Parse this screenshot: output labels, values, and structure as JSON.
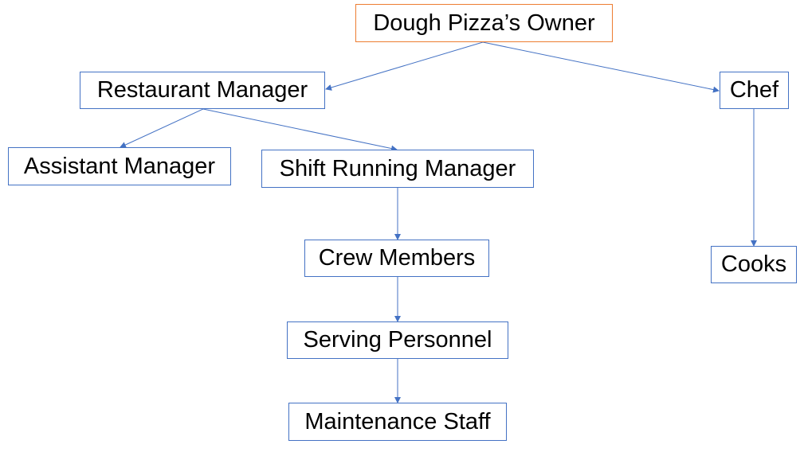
{
  "diagram": {
    "nodes": {
      "owner": "Dough Pizza’s Owner",
      "restaurant_manager": "Restaurant Manager",
      "chef": "Chef",
      "assistant_manager": "Assistant Manager",
      "shift_running_manager": "Shift Running Manager",
      "crew_members": "Crew Members",
      "cooks": "Cooks",
      "serving_personnel": "Serving Personnel",
      "maintenance_staff": "Maintenance Staff"
    },
    "edges": [
      {
        "from": "owner",
        "to": "restaurant_manager"
      },
      {
        "from": "owner",
        "to": "chef"
      },
      {
        "from": "restaurant_manager",
        "to": "assistant_manager"
      },
      {
        "from": "restaurant_manager",
        "to": "shift_running_manager"
      },
      {
        "from": "chef",
        "to": "cooks"
      },
      {
        "from": "shift_running_manager",
        "to": "crew_members"
      },
      {
        "from": "crew_members",
        "to": "serving_personnel"
      },
      {
        "from": "serving_personnel",
        "to": "maintenance_staff"
      }
    ],
    "colors": {
      "box_border": "#4472c4",
      "root_border": "#ed7d31",
      "connector": "#4472c4",
      "text": "#000000"
    }
  }
}
